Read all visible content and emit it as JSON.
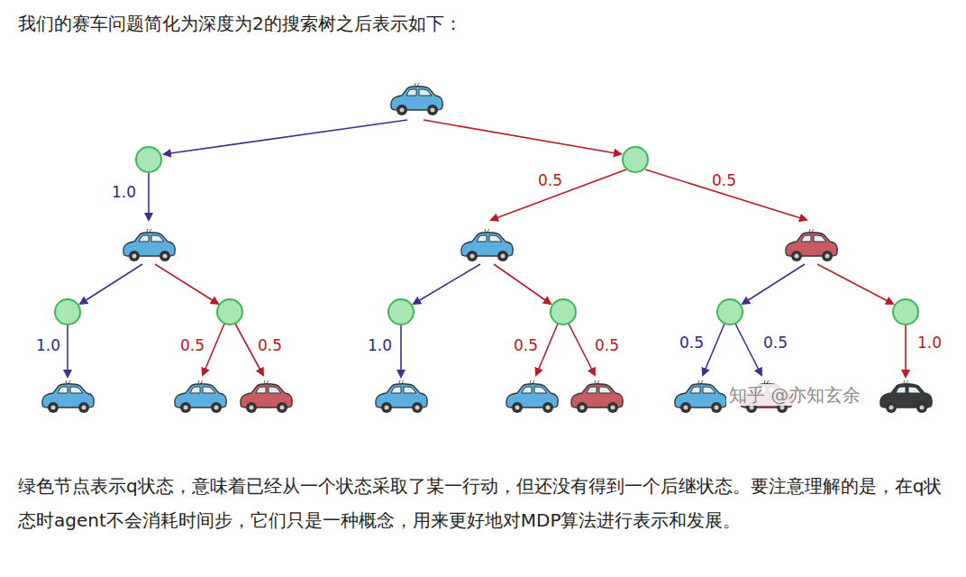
{
  "diagram": {
    "title": "我们的赛车问题简化为深度为2的搜索树之后表示如下：",
    "caption": "绿色节点表示q状态，意味着已经从一个状态采取了某一行动，但还没有得到一个后继状态。要注意理解的是，在q状态时agent不会消耗时间步，它们只是一种概念，用来更好地对MDP算法进行表示和发展。",
    "labels": [
      "1.0",
      "0.5",
      "0.5",
      "1.0",
      "0.5",
      "0.5",
      "1.0",
      "0.5",
      "0.5",
      "0.5",
      "0.5",
      "1.0",
      "知乎 @亦知玄余"
    ]
  }
}
